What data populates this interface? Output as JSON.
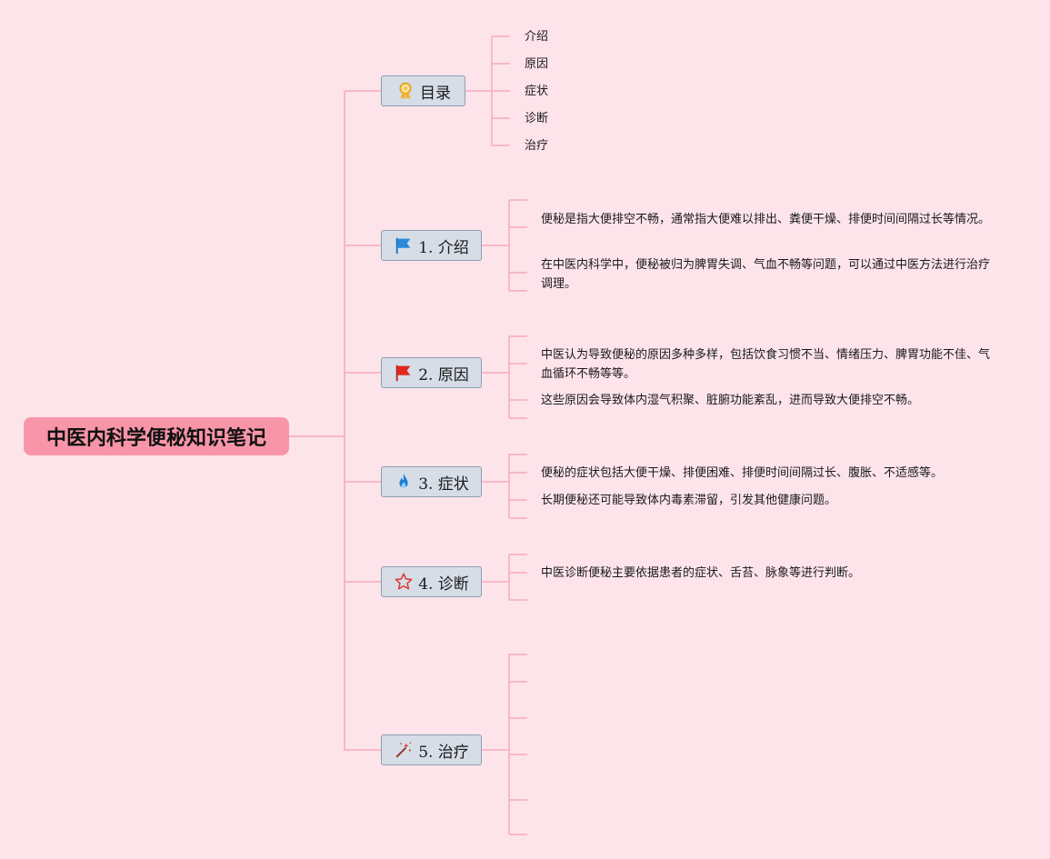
{
  "root": {
    "title": "中医内科学便秘知识笔记"
  },
  "branches": [
    {
      "label": "目录",
      "icon": "award-ribbon-icon",
      "children": [
        "介绍",
        "原因",
        "症状",
        "诊断",
        "治疗"
      ]
    },
    {
      "label": "1. 介绍",
      "icon": "blue-flag-icon",
      "children": [
        "便秘是指大便排空不畅，通常指大便难以排出、粪便干燥、排便时间间隔过长等情况。",
        "在中医内科学中，便秘被归为脾胃失调、气血不畅等问题，可以通过中医方法进行治疗调理。"
      ]
    },
    {
      "label": "2. 原因",
      "icon": "red-flag-icon",
      "children": [
        "中医认为导致便秘的原因多种多样，包括饮食习惯不当、情绪压力、脾胃功能不佳、气血循环不畅等等。",
        "这些原因会导致体内湿气积聚、脏腑功能紊乱，进而导致大便排空不畅。"
      ]
    },
    {
      "label": "3. 症状",
      "icon": "fire-icon",
      "children": [
        "便秘的症状包括大便干燥、排便困难、排便时间间隔过长、腹胀、不适感等。",
        "长期便秘还可能导致体内毒素滞留，引发其他健康问题。"
      ]
    },
    {
      "label": "4. 诊断",
      "icon": "star-outline-icon",
      "children": [
        "中医诊断便秘主要依据患者的症状、舌苔、脉象等进行判断。"
      ]
    },
    {
      "label": "5. 治疗",
      "icon": "magic-wand-icon",
      "children": []
    }
  ],
  "colors": {
    "background": "#fde4ea",
    "root": "#f995a8",
    "branch": "#d6dde7",
    "line": "#f7a9bb"
  }
}
